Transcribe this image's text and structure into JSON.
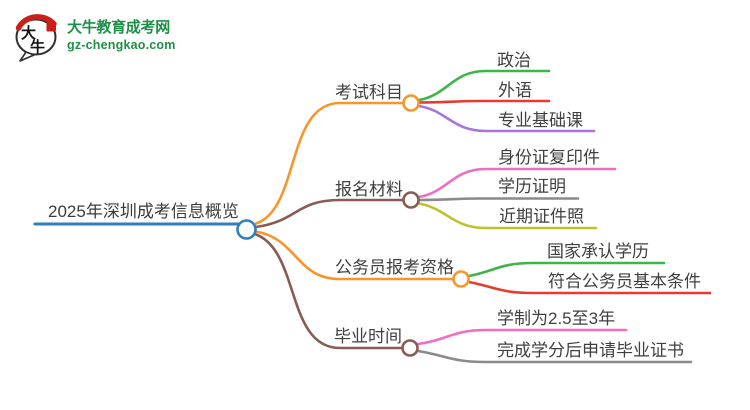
{
  "logo": {
    "icon_char_1": "大",
    "icon_char_2": "牛",
    "site_name": "大牛教育成考网",
    "site_url": "gz-chengkao.com",
    "brand_green": "#1f8f47",
    "seal_red": "#c9211a"
  },
  "central": {
    "label": "2025年深圳成考信息概览",
    "color": "#2f7fbe"
  },
  "branches": [
    {
      "label": "考试科目",
      "color": "#f8952b",
      "children": [
        {
          "label": "政治",
          "color": "#3cb549"
        },
        {
          "label": "外语",
          "color": "#e83a30"
        },
        {
          "label": "专业基础课",
          "color": "#a974dc"
        }
      ]
    },
    {
      "label": "报名材料",
      "color": "#8a5b52",
      "children": [
        {
          "label": "身份证复印件",
          "color": "#ef6ec0"
        },
        {
          "label": "学历证明",
          "color": "#8a8a8a"
        },
        {
          "label": "近期证件照",
          "color": "#bec22f"
        }
      ]
    },
    {
      "label": "公务员报考资格",
      "color": "#f8952b",
      "children": [
        {
          "label": "国家承认学历",
          "color": "#3cb549"
        },
        {
          "label": "符合公务员基本条件",
          "color": "#e83a30"
        }
      ]
    },
    {
      "label": "毕业时间",
      "color": "#8a5b52",
      "children": [
        {
          "label": "学制为2.5至3年",
          "color": "#ef6ec0"
        },
        {
          "label": "完成学分后申请毕业证书",
          "color": "#8a8a8a"
        }
      ]
    }
  ]
}
